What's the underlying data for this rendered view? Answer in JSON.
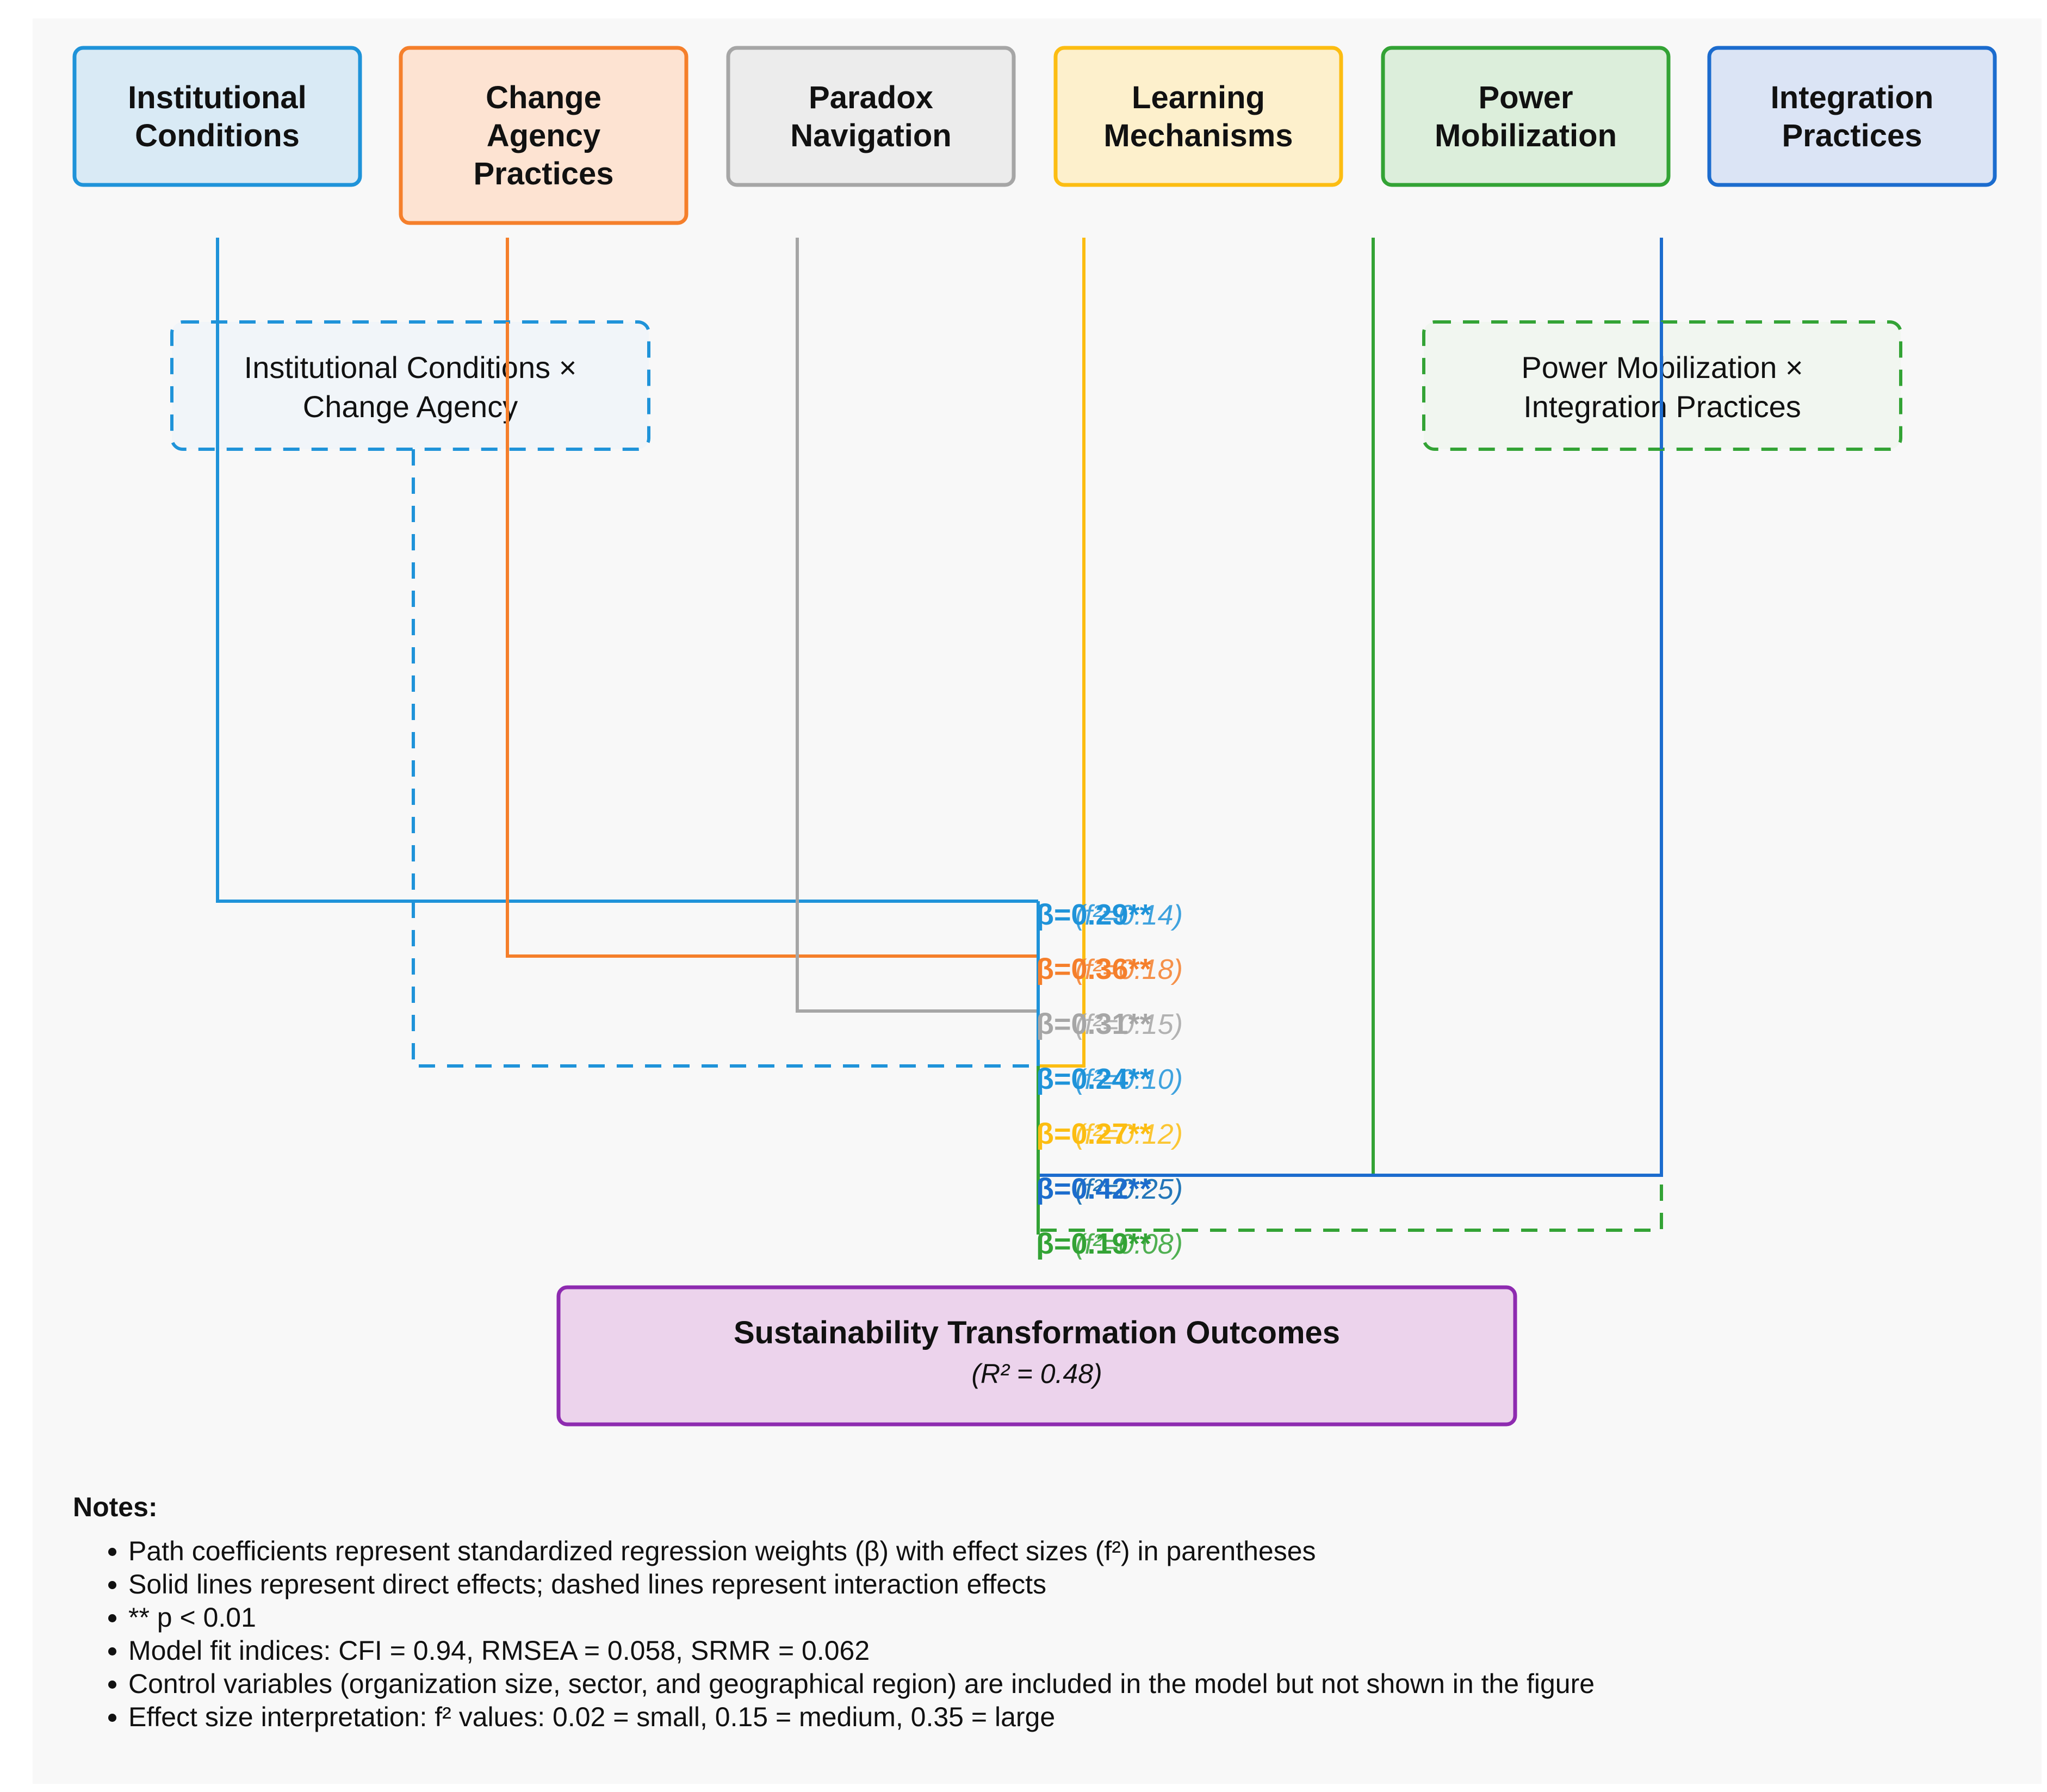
{
  "constructs": [
    {
      "lines": [
        "Institutional",
        "Conditions"
      ],
      "stroke": "#1f93d9",
      "fill": "#d9eaf5"
    },
    {
      "lines": [
        "Change",
        "Agency",
        "Practices"
      ],
      "stroke": "#f57f2b",
      "fill": "#fde3d2"
    },
    {
      "lines": [
        "Paradox",
        "Navigation"
      ],
      "stroke": "#a6a6a6",
      "fill": "#ececec"
    },
    {
      "lines": [
        "Learning",
        "Mechanisms"
      ],
      "stroke": "#fcbd12",
      "fill": "#fdf0cc"
    },
    {
      "lines": [
        "Power",
        "Mobilization"
      ],
      "stroke": "#33a335",
      "fill": "#dceedb"
    },
    {
      "lines": [
        "Integration",
        "Practices"
      ],
      "stroke": "#1c6cce",
      "fill": "#dbe4f5"
    }
  ],
  "interactions": [
    {
      "lines": [
        "Institutional Conditions ×",
        "Change Agency"
      ],
      "stroke": "#1f93d9",
      "fill": "#f0f4f9"
    },
    {
      "lines": [
        "Power Mobilization ×",
        "Integration Practices"
      ],
      "stroke": "#33a335",
      "fill": "#f0f6ef"
    }
  ],
  "paths": [
    {
      "from": "Institutional Conditions",
      "beta": "β=0.29**",
      "f2": "(f²=0.14)",
      "color": "#1f93d9",
      "dashed": false
    },
    {
      "from": "Change Agency Practices",
      "beta": "β=0.36**",
      "f2": "(f²=0.18)",
      "color": "#f57f2b",
      "dashed": false
    },
    {
      "from": "Paradox Navigation",
      "beta": "β=0.31**",
      "f2": "(f²=0.15)",
      "color": "#a6a6a6",
      "dashed": false
    },
    {
      "from": "Institutional Conditions × Change Agency",
      "beta": "β=0.24**",
      "f2": "(f²=0.10)",
      "color": "#1f93d9",
      "dashed": true
    },
    {
      "from": "Learning Mechanisms",
      "beta": "β=0.27**",
      "f2": "(f²=0.12)",
      "color": "#fcbd12",
      "dashed": false
    },
    {
      "from": "Power Mobilization",
      "beta": "β=0.42**",
      "f2": "(f²=0.25)",
      "color": "#33a335",
      "dashed": false
    },
    {
      "from": "Power Mobilization × Integration Practices",
      "beta": "β=0.19**",
      "f2": "(f²=0.08)",
      "color": "#33a335",
      "dashed": true
    },
    {
      "from": "Integration Practices",
      "beta": "β=0.42**",
      "f2": "(f²=0.25)",
      "color": "#1c6cce",
      "dashed": false
    }
  ],
  "outcome": {
    "title": "Sustainability Transformation Outcomes",
    "r2": "(R² = 0.48)",
    "stroke": "#8e2bb0",
    "fill": "#ecd3ec"
  },
  "notes": {
    "title": "Notes:",
    "items": [
      "Path coefficients represent standardized regression weights (β) with effect sizes (f²) in parentheses",
      "Solid lines represent direct effects; dashed lines represent interaction effects",
      "** p < 0.01",
      "Model fit indices: CFI = 0.94, RMSEA = 0.058, SRMR = 0.062",
      "Control variables (organization size, sector, and geographical region) are included in the model but not shown in the figure",
      "Effect size interpretation: f² values: 0.02 = small, 0.15 = medium, 0.35 = large"
    ]
  }
}
